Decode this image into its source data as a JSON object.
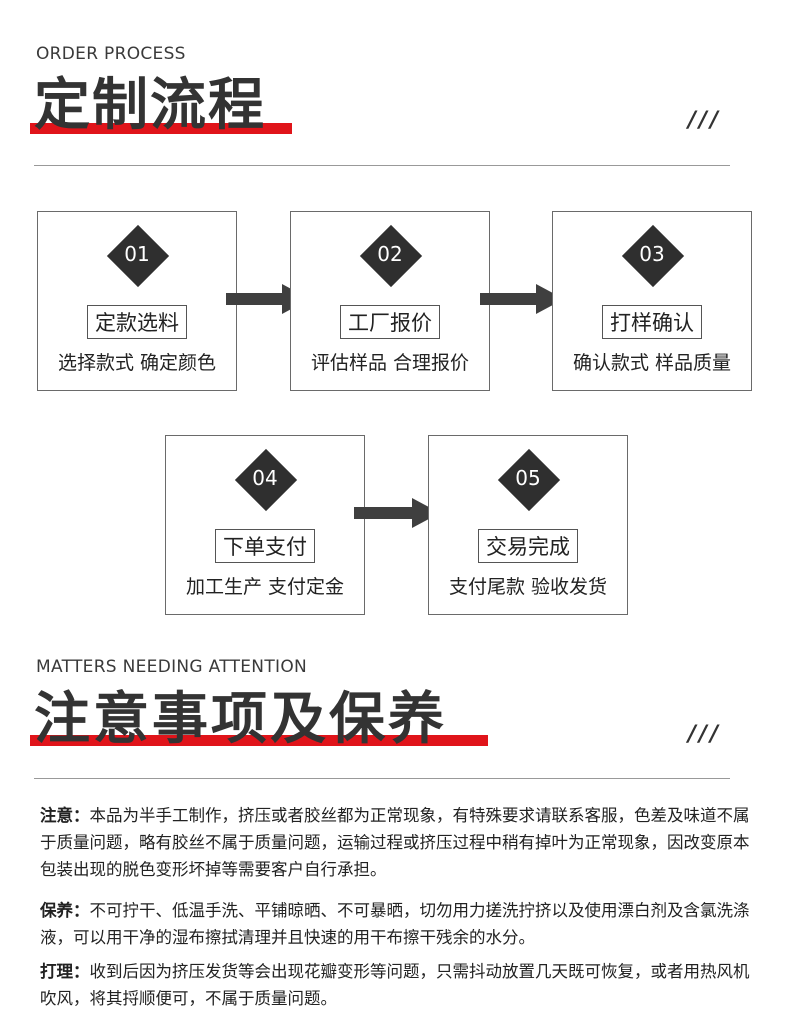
{
  "order": {
    "en_title": "ORDER PROCESS",
    "cn_title": "定制流程",
    "slashes": "///"
  },
  "steps": [
    {
      "num": "01",
      "label": "定款选料",
      "desc": "选择款式 确定颜色"
    },
    {
      "num": "02",
      "label": "工厂报价",
      "desc": "评估样品 合理报价"
    },
    {
      "num": "03",
      "label": "打样确认",
      "desc": "确认款式 样品质量"
    },
    {
      "num": "04",
      "label": "下单支付",
      "desc": "加工生产 支付定金"
    },
    {
      "num": "05",
      "label": "交易完成",
      "desc": "支付尾款 验收发货"
    }
  ],
  "attention": {
    "en_title": "MATTERS NEEDING ATTENTION",
    "cn_title": "注意事项及保养",
    "slashes": "///"
  },
  "notes": [
    {
      "key": "注意：",
      "text": "本品为半手工制作，挤压或者胶丝都为正常现象，有特殊要求请联系客服，色差及味道不属于质量问题，略有胶丝不属于质量问题，运输过程或挤压过程中稍有掉叶为正常现象，因改变原本包装出现的脱色变形坏掉等需要客户自行承担。"
    },
    {
      "key": "保养：",
      "text": "不可拧干、低温手洗、平铺晾晒、不可暴晒，切勿用力搓洗拧挤以及使用漂白剂及含氯洗涤液，可以用干净的湿布擦拭清理并且快速的用干布擦干残余的水分。"
    },
    {
      "key": "打理：",
      "text": "收到后因为挤压发货等会出现花瓣变形等问题，只需抖动放置几天既可恢复，或者用热风机吹风，将其捋顺便可，不属于质量问题。"
    }
  ]
}
